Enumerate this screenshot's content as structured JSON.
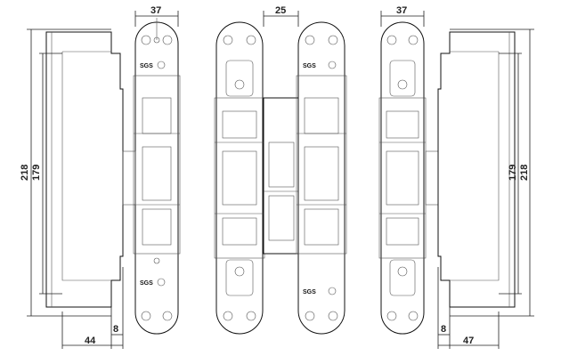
{
  "dimensions": {
    "top_left_width": "37",
    "top_center_gap": "25",
    "top_right_width": "37",
    "left_outer_height": "218",
    "left_inner_height": "179",
    "right_inner_height": "179",
    "right_outer_height": "218",
    "bottom_left_depth": "44",
    "bottom_left_offset": "8",
    "bottom_right_offset": "8",
    "bottom_right_depth": "47"
  },
  "hinges": [
    {
      "view": "side-left",
      "brand": "SGS"
    },
    {
      "view": "front-left",
      "brand": ""
    },
    {
      "view": "front-right",
      "brand": "SGS"
    },
    {
      "view": "side-right",
      "brand": ""
    }
  ]
}
